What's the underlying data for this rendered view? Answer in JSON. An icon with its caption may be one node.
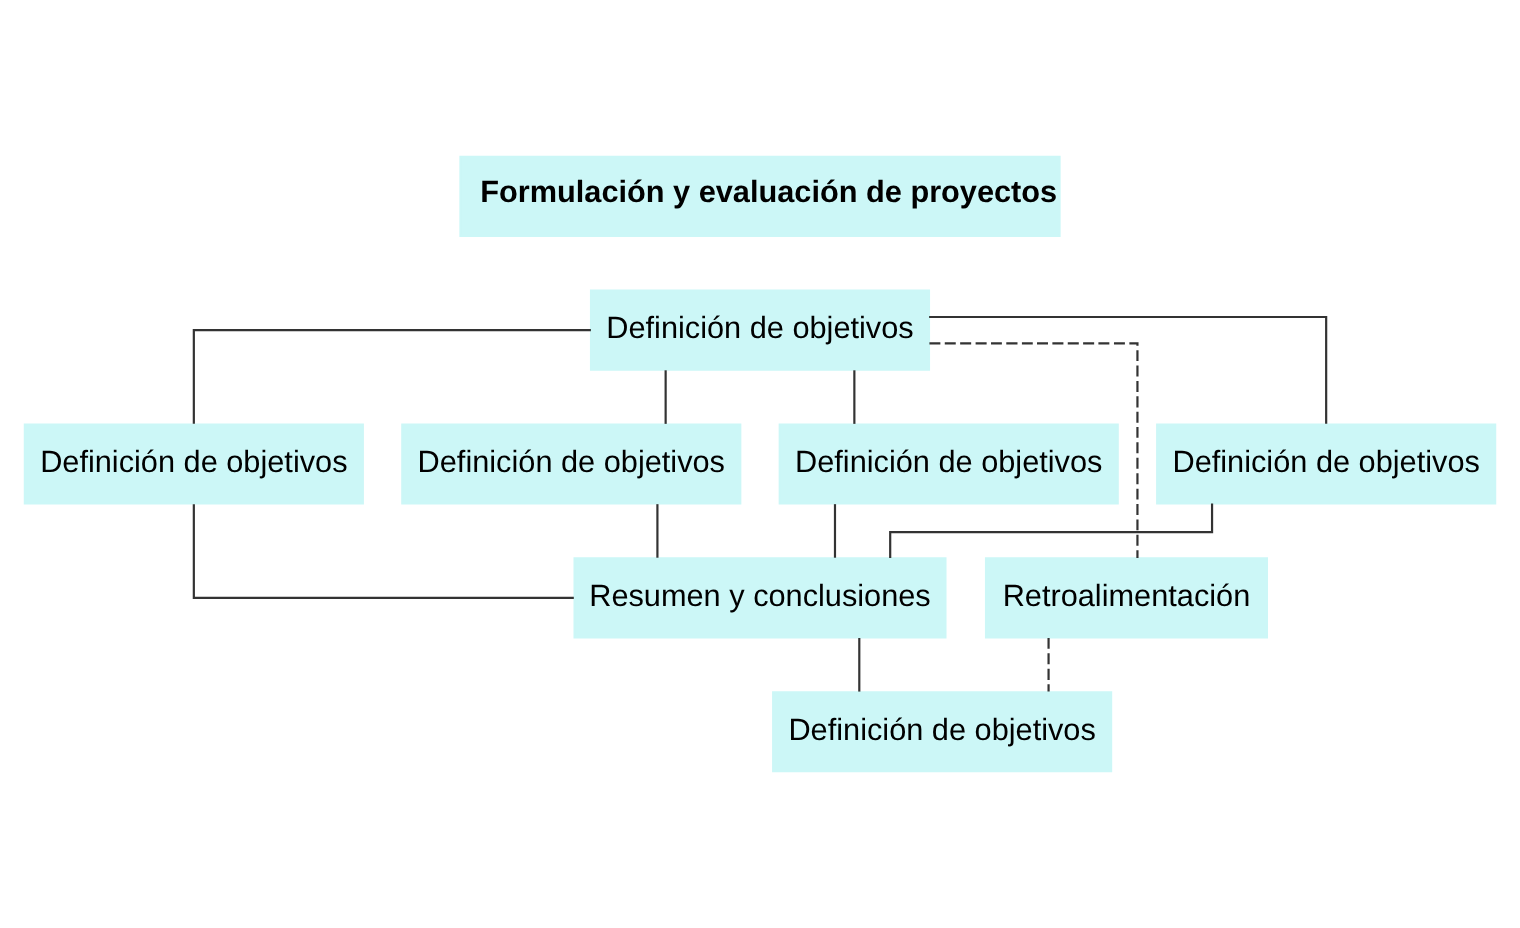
{
  "diagram": {
    "nodes": [
      {
        "text": [
          "Formulación y evaluación de proyectos"
        ]
      },
      {
        "text": [
          "Definición de objetivos"
        ]
      },
      {
        "text": [
          "Definición de objetivos"
        ]
      },
      {
        "text": [
          "Definición de objetivos"
        ]
      },
      {
        "text": [
          "Definición de objetivos"
        ]
      },
      {
        "text": [
          "Definición de objetivos"
        ]
      },
      {
        "text": [
          "Retroalimentación"
        ]
      },
      {
        "text": [
          "Resumen y conclusiones"
        ]
      },
      {
        "text": [
          "Definición de objetivos"
        ]
      }
    ],
    "edges": [
      {
        "from": 1,
        "to": 2,
        "arrow": "none"
      },
      {
        "from": 1,
        "to": 3,
        "arrow": "none"
      },
      {
        "from": 1,
        "to": 4,
        "arrow": "none"
      },
      {
        "from": 1,
        "to": 5,
        "arrow": "none"
      },
      {
        "from": 2,
        "to": 7,
        "arrow": "none"
      },
      {
        "from": 3,
        "to": 7,
        "arrow": "none"
      },
      {
        "from": 4,
        "to": 7,
        "arrow": "none"
      },
      {
        "from": 5,
        "to": 7,
        "arrow": "none"
      },
      {
        "from": 7,
        "to": 8,
        "arrow": "none"
      },
      {
        "from": 1,
        "to": 6,
        "arrow": "none",
        "style": "dashed"
      },
      {
        "from": 6,
        "to": 8,
        "arrow": "none",
        "style": "dashed"
      }
    ]
  }
}
